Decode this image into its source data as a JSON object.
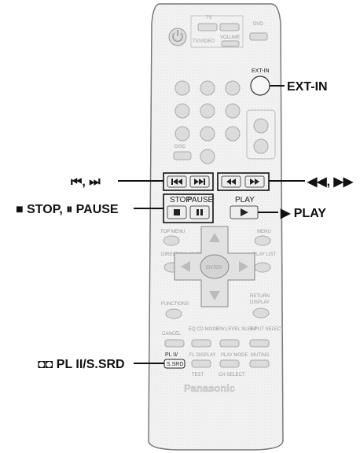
{
  "remote": {
    "brand": "Panasonic",
    "buttons": {
      "tv": "TV",
      "dvd": "DVD",
      "tv_video": "TV/VIDEO",
      "volume": "VOLUME",
      "ext_in": "EXT-IN",
      "disc": "DISC",
      "stop": "STOP",
      "pause": "PAUSE",
      "play": "PLAY",
      "top_menu": "TOP MENU",
      "menu": "MENU",
      "direct_navigator": "DIRECT NAVIGATOR",
      "play_list": "PLAY LIST",
      "enter": "ENTER",
      "functions": "FUNCTIONS",
      "return": "RETURN",
      "display": "DISPLAY",
      "cancel": "CANCEL",
      "eq_cd_mode": "EQ CD MODE",
      "sw_level_sleep": "SW.LEVEL SLEEP",
      "input_select": "INPUT SELECT",
      "pl2": "PL II/",
      "fl_display": "FL DISPLAY",
      "play_mode": "PLAY MODE",
      "muting": "MUTING",
      "s_srd": "S.SRD",
      "test": "TEST",
      "ch_select": "CH SELECT"
    }
  },
  "callouts": {
    "ext_in": "EXT-IN",
    "skip": "⏮, ⏭",
    "search": "◀◀, ▶▶",
    "stop_pause": "■ STOP, ⏸ PAUSE",
    "play": "▶ PLAY",
    "dolby": "◘◘ PL II/S.SRD"
  },
  "colors": {
    "remote_body": "#f1f1f1",
    "remote_outline": "#7a7a7a",
    "highlight_box": "#111111",
    "text": "#111111"
  }
}
